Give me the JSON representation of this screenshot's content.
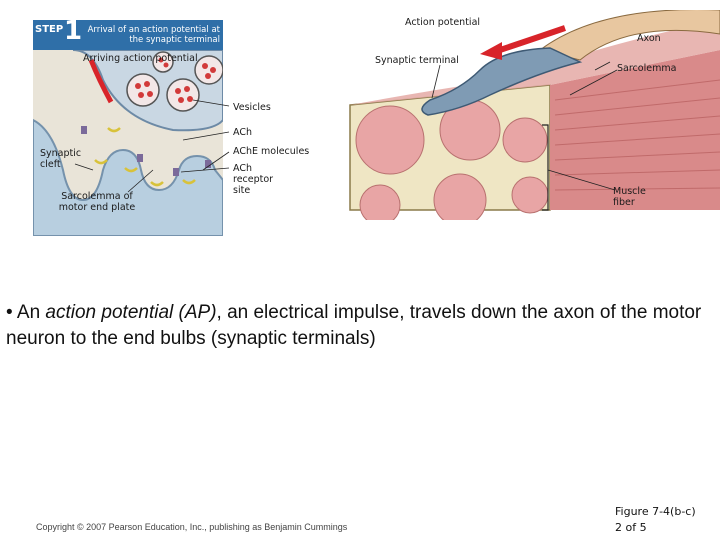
{
  "step": {
    "badge": "STEP",
    "number": "1",
    "title": "Arrival of an action potential at the synaptic terminal"
  },
  "labels": {
    "arriving_action_potential": "Arriving action potential",
    "vesicles": "Vesicles",
    "ach": "ACh",
    "synaptic_cleft": "Synaptic cleft",
    "ache_molecules": "AChE molecules",
    "ach_receptor_site": "ACh receptor site",
    "sarcolemma_motor_end_plate": "Sarcolemma of motor end plate",
    "action_potential": "Action potential",
    "axon": "Axon",
    "synaptic_terminal": "Synaptic terminal",
    "sarcolemma": "Sarcolemma",
    "muscle_fiber": "Muscle fiber"
  },
  "text": {
    "bullet": "•",
    "sentence_1": "An ",
    "sentence_em": "action potential (AP)",
    "sentence_2": ", an electrical impulse, travels down the axon of the motor neuron to the end bulbs (synaptic terminals)"
  },
  "footer": {
    "copyright": "Copyright © 2007 Pearson Education, Inc., publishing as Benjamin Cummings",
    "figure_line1": "Figure 7-4(b-c)",
    "figure_line2": "2 of 5"
  },
  "colors": {
    "step_blue": "#2f6fa8",
    "inset_bg": "#e9e4d8",
    "terminal_blue": "#c9d7e3",
    "vesicle_red": "#d23a3a",
    "ap_red": "#d8242a",
    "muscle_pink": "#e8a5a5",
    "connective_tan": "#efe6c4"
  }
}
